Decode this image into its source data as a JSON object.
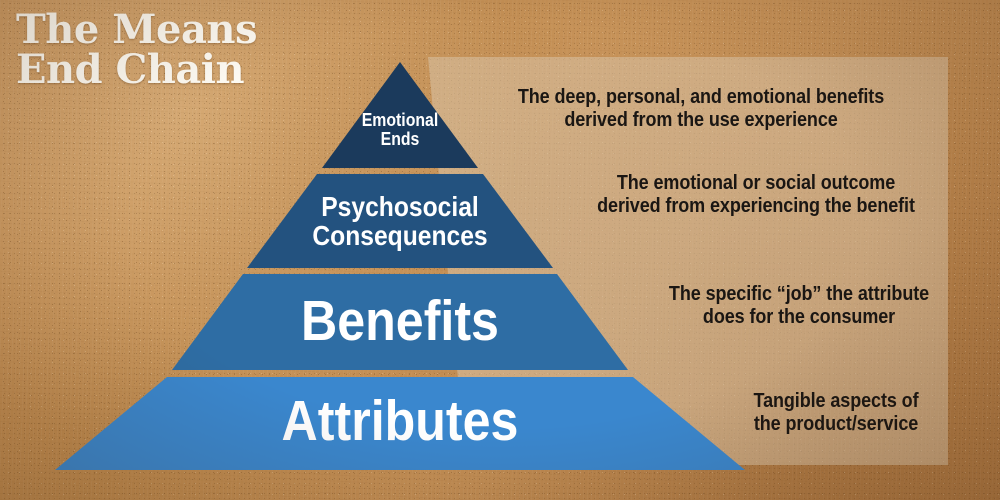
{
  "title": "The Means\nEnd Chain",
  "colors": {
    "background_cardboard": "#c08a4e",
    "panel_overlay": "#c4a88b",
    "title_text": "#fdfaf2",
    "description_text": "#1a1613",
    "band_label_text": "#ffffff",
    "band_emotional_ends": "#1b3a5c",
    "band_psychosocial_consequences": "#23527f",
    "band_benefits": "#2e6da4",
    "band_attributes": "#3a87ce"
  },
  "pyramid": {
    "levels": [
      {
        "label": "Emotional\nEnds",
        "description": "The deep, personal, and emotional benefits\nderived from the use experience",
        "color": "#1b3a5c"
      },
      {
        "label": "Psychosocial\nConsequences",
        "description": "The emotional or social outcome\nderived from experiencing the benefit",
        "color": "#23527f"
      },
      {
        "label": "Benefits",
        "description": "The specific “job” the attribute\ndoes for the consumer",
        "color": "#2e6da4"
      },
      {
        "label": "Attributes",
        "description": "Tangible aspects of\nthe product/service",
        "color": "#3a87ce"
      }
    ]
  }
}
